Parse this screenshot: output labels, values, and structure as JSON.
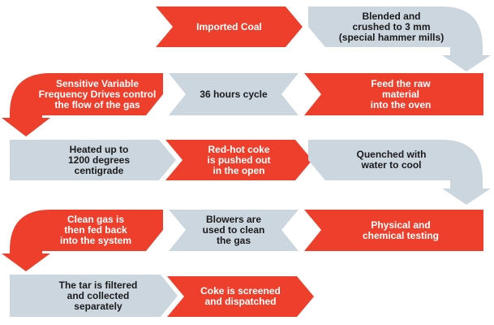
{
  "colors": {
    "red": "#ee3f2c",
    "grey": "#cbd6df"
  },
  "steps": [
    {
      "label": "Imported Coal",
      "color": "red"
    },
    {
      "label": "Blended and\ncrushed to 3 mm\n(special hammer mills)",
      "color": "grey"
    },
    {
      "label": "Feed the raw\nmaterial\ninto the oven",
      "color": "red"
    },
    {
      "label": "36 hours cycle",
      "color": "grey"
    },
    {
      "label": "Sensitive Variable\nFrequency Drives control\nthe flow of the gas",
      "color": "red"
    },
    {
      "label": "Heated up to\n1200 degrees\ncentigrade",
      "color": "grey"
    },
    {
      "label": "Red-hot coke\nis pushed out\nin the open",
      "color": "red"
    },
    {
      "label": "Quenched with\nwater to cool",
      "color": "grey"
    },
    {
      "label": "Physical and\nchemical testing",
      "color": "red"
    },
    {
      "label": "Blowers are\nused to clean\nthe gas",
      "color": "grey"
    },
    {
      "label": "Clean gas is\nthen fed back\ninto the system",
      "color": "red"
    },
    {
      "label": "The tar is filtered\nand collected\nseparately",
      "color": "grey"
    },
    {
      "label": "Coke is screened\nand dispatched",
      "color": "red"
    }
  ]
}
